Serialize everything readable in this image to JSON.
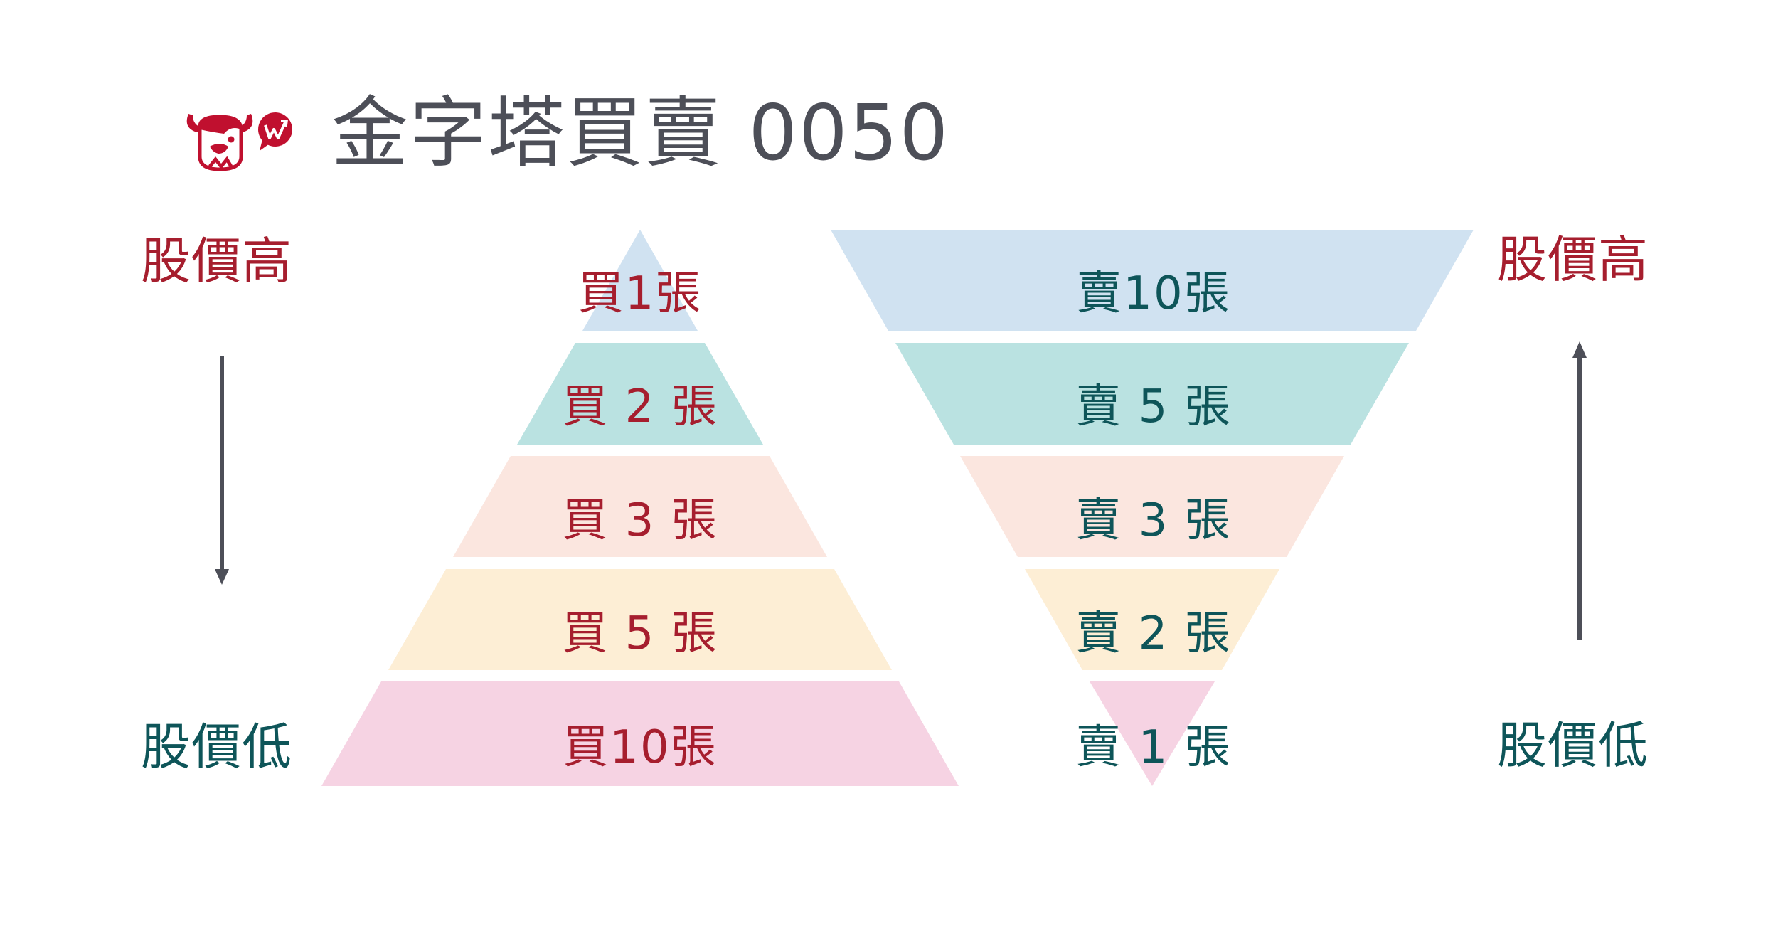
{
  "header": {
    "logo": "bull-speech-bubble-logo",
    "title": "金字塔買賣 0050"
  },
  "left_axis": {
    "top_label": "股價高",
    "bottom_label": "股價低",
    "arrow_direction": "down"
  },
  "right_axis": {
    "top_label": "股價高",
    "bottom_label": "股價低",
    "arrow_direction": "up"
  },
  "buy_pyramid": {
    "layers": [
      {
        "label": "買1張",
        "fill": "#D0E2F1"
      },
      {
        "label": "買 2 張",
        "fill": "#BAE2E1"
      },
      {
        "label": "買 3 張",
        "fill": "#FBE6DF"
      },
      {
        "label": "買 5 張",
        "fill": "#FDEED5"
      },
      {
        "label": "買10張",
        "fill": "#F6D3E3"
      }
    ]
  },
  "sell_pyramid": {
    "layers": [
      {
        "label": "賣10張",
        "fill": "#D0E2F1"
      },
      {
        "label": "賣 5 張",
        "fill": "#BAE2E1"
      },
      {
        "label": "賣 3 張",
        "fill": "#FBE6DF"
      },
      {
        "label": "賣 2 張",
        "fill": "#FDEED5"
      },
      {
        "label": "賣 1 張",
        "fill": "#F6D3E3"
      }
    ]
  },
  "colors": {
    "title": "#4D4F58",
    "buy_text": "#A61E2E",
    "sell_text": "#0E5559",
    "arrow": "#4D4F58",
    "logo_red": "#C0102F"
  }
}
